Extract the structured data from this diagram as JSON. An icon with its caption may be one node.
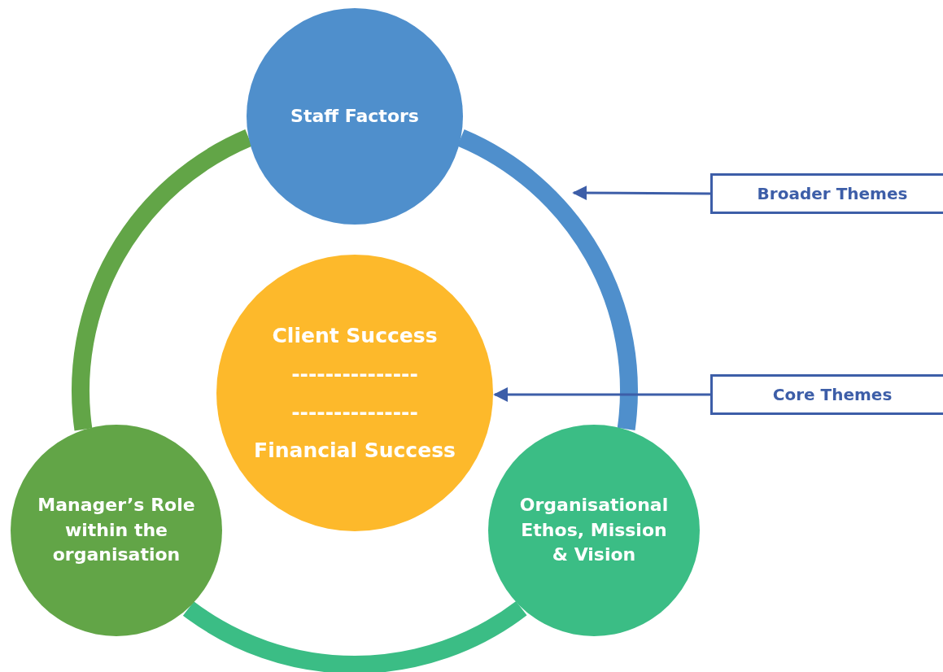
{
  "diagram": {
    "nodes": [
      {
        "text": [
          "Staff Factors"
        ]
      },
      {
        "text": [
          "Client Success",
          "---------------",
          "---------------",
          "Financial Success"
        ]
      },
      {
        "text": [
          "Manager’s Role within the organisation"
        ]
      },
      {
        "text": [
          "Organisational Ethos, Mission & Vision"
        ]
      },
      {
        "text": [
          "Broader Themes"
        ]
      },
      {
        "text": [
          "Core Themes"
        ]
      }
    ],
    "edges": [
      {
        "from": 0,
        "to": 3,
        "arrow": "none",
        "color": "#4f8fcc"
      },
      {
        "from": 3,
        "to": 2,
        "arrow": "none",
        "color": "#3bbd85"
      },
      {
        "from": 2,
        "to": 0,
        "arrow": "none",
        "color": "#62a547"
      },
      {
        "from": 4,
        "to": null,
        "arrow": "to"
      },
      {
        "from": 5,
        "to": 1,
        "arrow": "to"
      }
    ]
  }
}
